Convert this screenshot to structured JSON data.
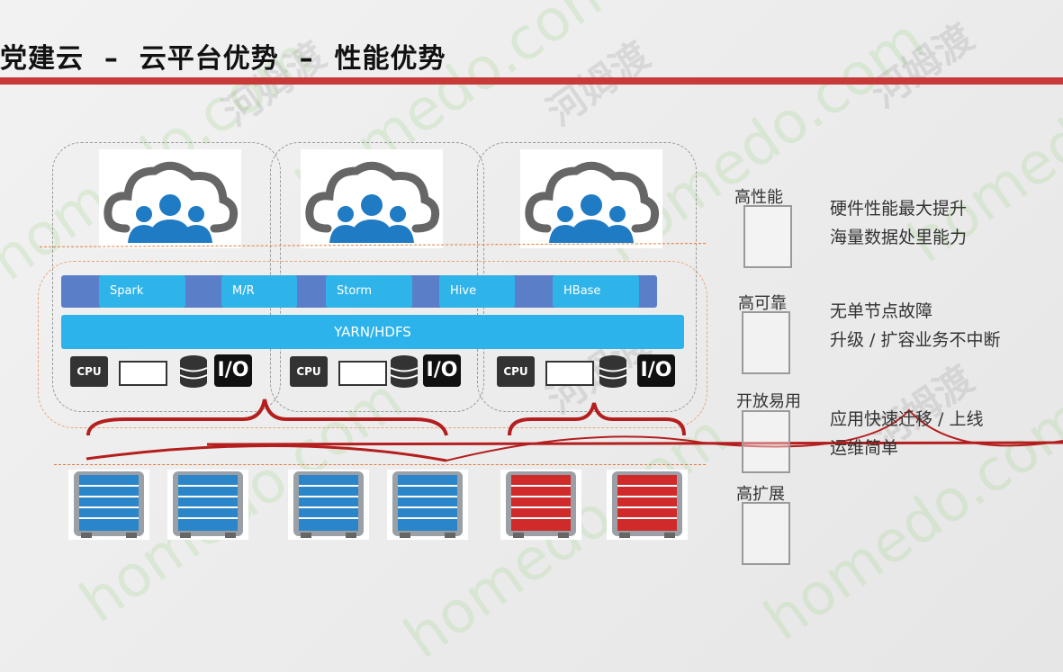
{
  "title": "党建云  –  云平台优势  –  性能优势",
  "watermark": {
    "latin": "homedo.com",
    "cn": "河姆渡"
  },
  "frameworks": [
    {
      "label": "Spark"
    },
    {
      "label": "M/R"
    },
    {
      "label": "Storm"
    },
    {
      "label": "Hive"
    },
    {
      "label": "HBase"
    }
  ],
  "storage_layer": "YARN/HDFS",
  "hardware": {
    "cpu": "CPU",
    "io": "I/O"
  },
  "features": [
    {
      "label": "高性能",
      "line1": "硬件性能最大提升",
      "line2": "海量数据处里能力"
    },
    {
      "label": "高可靠",
      "line1": "无单节点故障",
      "line2": "升级 / 扩容业务不中断"
    },
    {
      "label": "开放易用",
      "line1": "应用快速迁移 / 上线",
      "line2": "运维简单"
    },
    {
      "label": "高扩展",
      "line1": "",
      "line2": ""
    }
  ],
  "colors": {
    "accent_red": "#c73a3a",
    "cloud_blue": "#1f7bc4",
    "server_blue": "#2a86c9",
    "server_red": "#d02a2a",
    "framework_bar": "#5b7ec8",
    "yarn": "#2cb3ec"
  }
}
